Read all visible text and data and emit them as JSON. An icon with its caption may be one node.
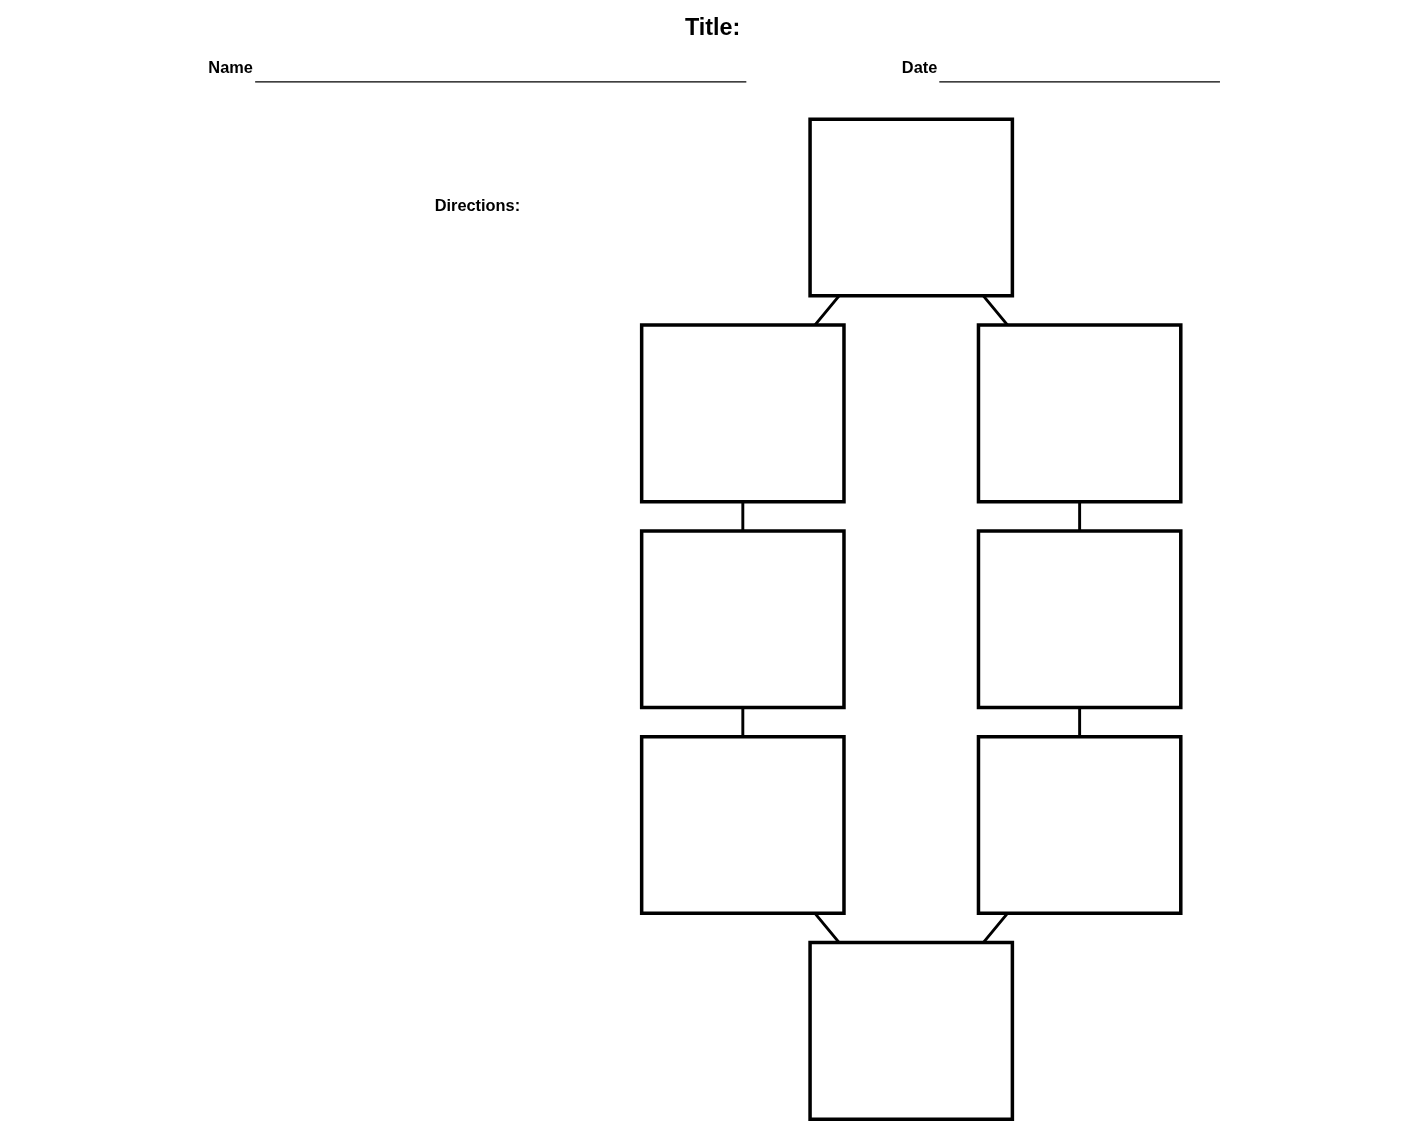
{
  "diagram": {
    "title": "Title:",
    "nodes": [
      {
        "text": [],
        "shape": "box"
      },
      {
        "text": [],
        "shape": "box"
      },
      {
        "text": [],
        "shape": "box"
      },
      {
        "text": [],
        "shape": "box"
      },
      {
        "text": [],
        "shape": "box"
      },
      {
        "text": [],
        "shape": "box"
      },
      {
        "text": [],
        "shape": "box"
      },
      {
        "text": [],
        "shape": "box"
      }
    ],
    "edges": [
      {
        "from": 0,
        "to": 1,
        "arrow": "none"
      },
      {
        "from": 0,
        "to": 2,
        "arrow": "none"
      },
      {
        "from": 1,
        "to": 3,
        "arrow": "none"
      },
      {
        "from": 2,
        "to": 4,
        "arrow": "none"
      },
      {
        "from": 3,
        "to": 5,
        "arrow": "none"
      },
      {
        "from": 4,
        "to": 6,
        "arrow": "none"
      },
      {
        "from": 5,
        "to": 7,
        "arrow": "none"
      },
      {
        "from": 6,
        "to": 7,
        "arrow": "none"
      }
    ],
    "labels": [
      "Name",
      "Date",
      "Directions:"
    ]
  }
}
